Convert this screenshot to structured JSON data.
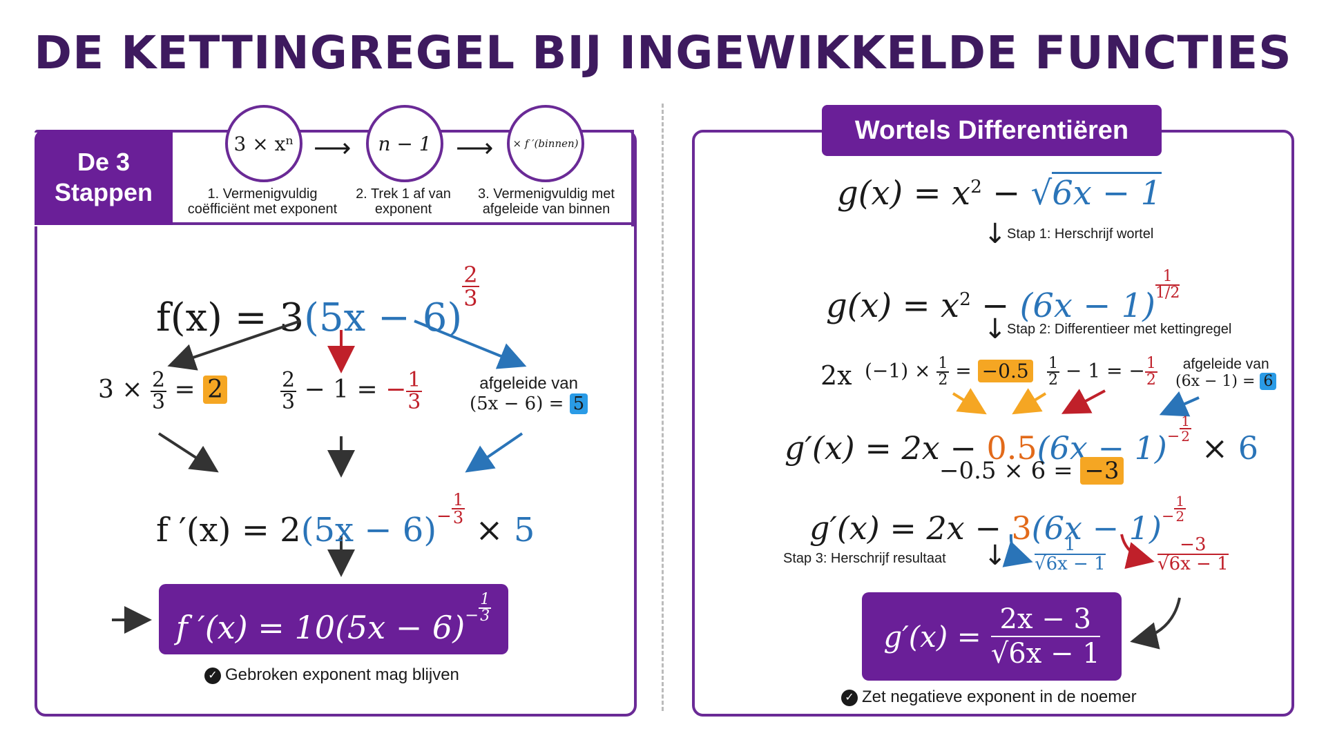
{
  "title": "DE KETTINGREGEL BIJ INGEWIKKELDE FUNCTIES",
  "colors": {
    "purple": "#6a2a96",
    "dark_purple": "#3e1a5f",
    "blue": "#2a74b8",
    "red": "#c0202a",
    "orange": "#f5a623",
    "light_blue": "#2a9be6"
  },
  "left": {
    "header": "De 3 Stappen",
    "steps": [
      {
        "symbol": "3 × xⁿ",
        "label": "1. Vermenigvuldig coëfficiënt met exponent"
      },
      {
        "symbol": "n − 1",
        "label": "2. Trek 1 af van exponent"
      },
      {
        "symbol": "× f ′(binnen)",
        "label": "3. Vermenigvuldig met afgeleide van binnen"
      }
    ],
    "f_lhs": "f(x) = 3",
    "f_inner": "(5x − 6)",
    "f_exp_num": "2",
    "f_exp_den": "3",
    "calc1_pre": "3 ×",
    "calc1_num": "2",
    "calc1_den": "3",
    "calc1_eq": "=",
    "calc1_result": "2",
    "calc2_num": "2",
    "calc2_den": "3",
    "calc2_mid": "− 1 =",
    "calc2_sign": "−",
    "calc2_rnum": "1",
    "calc2_rden": "3",
    "calc3_label": "afgeleide van",
    "calc3_expr": "(5x − 6) =",
    "calc3_result": "5",
    "fp_lhs": "f ′(x) = 2",
    "fp_inner": "(5x − 6)",
    "fp_exp_sign": "−",
    "fp_exp_num": "1",
    "fp_exp_den": "3",
    "fp_times": "× ",
    "fp_factor": "5",
    "result": "f ′(x) = 10(5x − 6)",
    "result_exp_sign": "−",
    "result_exp_num": "1",
    "result_exp_den": "3",
    "note": "Gebroken exponent mag blijven"
  },
  "right": {
    "header": "Wortels Differentiëren",
    "g1_lhs": "g(x) = x",
    "g1_sq": "2",
    "g1_minus": " − ",
    "g1_root": "6x − 1",
    "step1": "Stap 1: Herschrijf wortel",
    "g2_lhs": "g(x) = x",
    "g2_sq": "2",
    "g2_minus": " − ",
    "g2_inner": "(6x − 1)",
    "g2_exp_num": "1",
    "g2_exp_den": "1/2",
    "step2": "Stap 2: Differentieer met kettingregel",
    "c_2x": "2x",
    "c_mul": "(−1) ×",
    "c_mul_num": "1",
    "c_mul_den": "2",
    "c_eq": "=",
    "c_mul_result": "−0.5",
    "c_sub_num": "1",
    "c_sub_den": "2",
    "c_sub_mid": "− 1 = −",
    "c_sub_rnum": "1",
    "c_sub_rden": "2",
    "c_deriv_label": "afgeleide van",
    "c_deriv_expr": "(6x − 1) =",
    "c_deriv_result": "6",
    "gp1_lhs": "g′(x) = 2x − ",
    "gp1_coef": "0.5",
    "gp1_inner": "(6x − 1)",
    "gp1_exp_sign": "−",
    "gp1_exp_num": "1",
    "gp1_exp_den": "2",
    "gp1_times": " × ",
    "gp1_factor": "6",
    "prod_expr": "−0.5 × 6 =",
    "prod_result": "−3",
    "gp2_lhs": "g′(x) = 2x − ",
    "gp2_coef": "3",
    "gp2_inner": "(6x − 1)",
    "gp2_exp_sign": "−",
    "gp2_exp_num": "1",
    "gp2_exp_den": "2",
    "step3": "Stap 3: Herschrijf resultaat",
    "r1_num": "1",
    "r1_den": "√6x − 1",
    "r2_num": "−3",
    "r2_den": "√6x − 1",
    "result_lhs": "g′(x) =",
    "result_num": "2x − 3",
    "result_den": "√6x − 1",
    "note": "Zet negatieve exponent in de noemer"
  }
}
